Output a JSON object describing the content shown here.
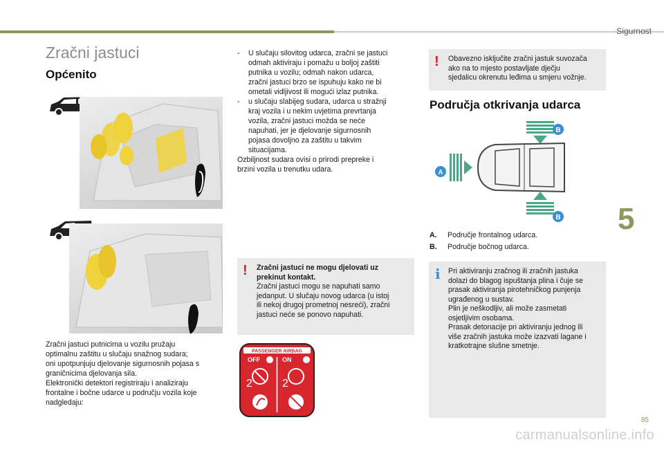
{
  "header": {
    "section": "Sigurnost"
  },
  "page": {
    "title": "Zračni jastuci",
    "number": "85",
    "chapter": "5"
  },
  "general": {
    "heading": "Općenito",
    "intro": [
      "Zračni jastuci putnicima u vozilu pružaju",
      "optimalnu zaštitu u slučaju snažnog sudara;",
      "oni upotpunjuju djelovanje sigurnosnih pojasa s",
      "graničnicima djelovanja sila.",
      "Elektronički detektori registriraju i analiziraju",
      "frontalne i bočne udarce u području vozila koje",
      "nadgledaju:"
    ],
    "bullets": [
      [
        "U slučaju silovitog udarca, zračni se jastuci",
        "odmah aktiviraju i pomažu u boljoj zaštiti",
        "putnika u vozilu; odmah nakon udarca,",
        "zračni jastuci brzo se ispuhuju kako ne bi",
        "ometali vidljivost ili mogući izlaz putnika."
      ],
      [
        "u slučaju slabijeg sudara, udarca u stražnji",
        "kraj vozila i u nekim uvjetima prevrtanja",
        "vozila, zračni jastuci možda se neće",
        "napuhati, jer je djelovanje sigurnosnih",
        "pojasa dovoljno za zaštitu u takvim",
        "situacijama."
      ]
    ],
    "bullet_dash": "-",
    "outro": [
      "Ozbiljnost sudara ovisi o prirodi prepreke i",
      "brzini vozila u trenutku udara."
    ]
  },
  "warning_reuse": {
    "title": [
      "Zračni jastuci ne mogu djelovati uz",
      "prekinut kontakt."
    ],
    "text": [
      "Zračni jastuci mogu se napuhati samo",
      "jedanput. U slučaju novog udarca (u istoj",
      "ili nekoj drugoj prometnoj nesreći), zračni",
      "jastuci neće se ponovo napuhati."
    ]
  },
  "warning_passenger": {
    "text": [
      "Obavezno isključite zračni jastuk suvozača",
      "ako na to mjesto postavljate dječju",
      "sjedalicu okrenutu leđima u smjeru vožnje."
    ]
  },
  "detection": {
    "heading": "Područja otkrivanja udarca",
    "labels": {
      "a": "A",
      "b": "B"
    },
    "legend": [
      {
        "key": "A.",
        "text": "Područje frontalnog udarca."
      },
      {
        "key": "B.",
        "text": "Područje bočnog udarca."
      }
    ]
  },
  "info_box": {
    "text": [
      "Pri aktiviranju zračnog ili zračnih jastuka",
      "dolazi do blagog ispuštanja plina i čuje se",
      "prasak aktiviranja pirotehničkog punjenja",
      "ugrađenog u sustav.",
      "Plin je neškodljiv, ali može zasmetati",
      "osjetljivim osobama.",
      "Prasak detonacije pri aktiviranju jednog ili",
      "više zračnih jastuka može izazvati lagane i",
      "kratkotrajne slušne smetnje."
    ]
  },
  "airbag_label": {
    "title": "PASSENGER AIRBAG",
    "off": "OFF",
    "on": "ON",
    "seat_num": "2"
  },
  "watermark": "carmanualsonline.info",
  "colors": {
    "accent": "#8a9a5b",
    "warning": "#e01b24",
    "info": "#3a8fd0",
    "airbag": "#f0d23a",
    "detection": "#4aa888"
  }
}
